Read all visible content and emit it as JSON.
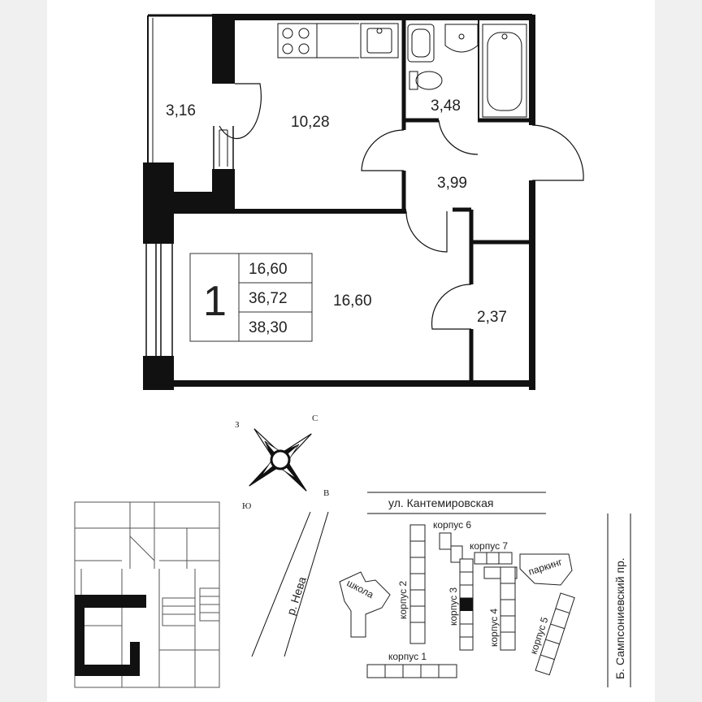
{
  "plan": {
    "rooms": {
      "balcony": "3,16",
      "kitchen": "10,28",
      "bathroom": "3,48",
      "hall": "3,99",
      "living": "16,60",
      "storage": "2,37"
    },
    "summary": {
      "rooms_count": "1",
      "living_area": "16,60",
      "total_area": "36,72",
      "total_with_balcony": "38,30"
    }
  },
  "compass": {
    "north": "С",
    "south": "Ю",
    "west": "З",
    "east": "В"
  },
  "site": {
    "street_top": "ул. Кантемировская",
    "street_right": "Б. Сампсониевский пр.",
    "river": "р. Нева",
    "buildings": {
      "k1": "корпус 1",
      "k2": "корпус 2",
      "k3": "корпус 3",
      "k4": "корпус 4",
      "k5": "корпус 5",
      "k6": "корпус 6",
      "k7": "корпус 7",
      "school": "школа",
      "parking": "паркинг"
    }
  }
}
